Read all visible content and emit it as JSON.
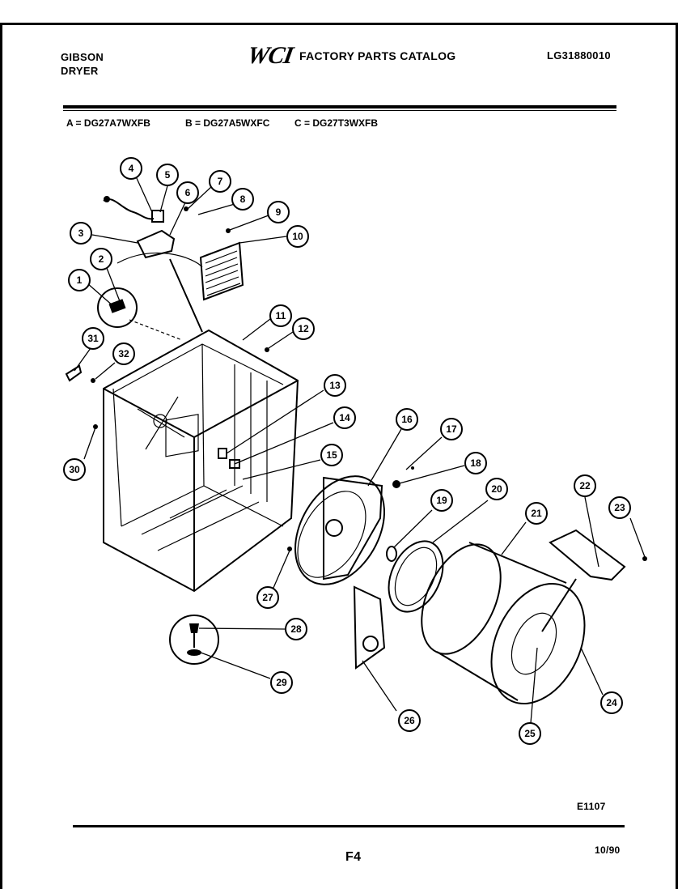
{
  "header": {
    "brand_line1": "GIBSON",
    "brand_line2": "DRYER",
    "logo": "WCI",
    "catalog_title": "FACTORY PARTS CATALOG",
    "catalog_number": "LG31880010"
  },
  "models": [
    "A = DG27A7WXFB",
    "B = DG27A5WXFC",
    "C = DG27T3WXFB"
  ],
  "callouts": [
    "1",
    "2",
    "3",
    "4",
    "5",
    "6",
    "7",
    "8",
    "9",
    "10",
    "11",
    "12",
    "13",
    "14",
    "15",
    "16",
    "17",
    "18",
    "19",
    "20",
    "21",
    "22",
    "23",
    "24",
    "25",
    "26",
    "27",
    "28",
    "29",
    "30",
    "31",
    "32"
  ],
  "footer": {
    "figure_code": "E1107",
    "page_number": "F4",
    "date": "10/90"
  }
}
